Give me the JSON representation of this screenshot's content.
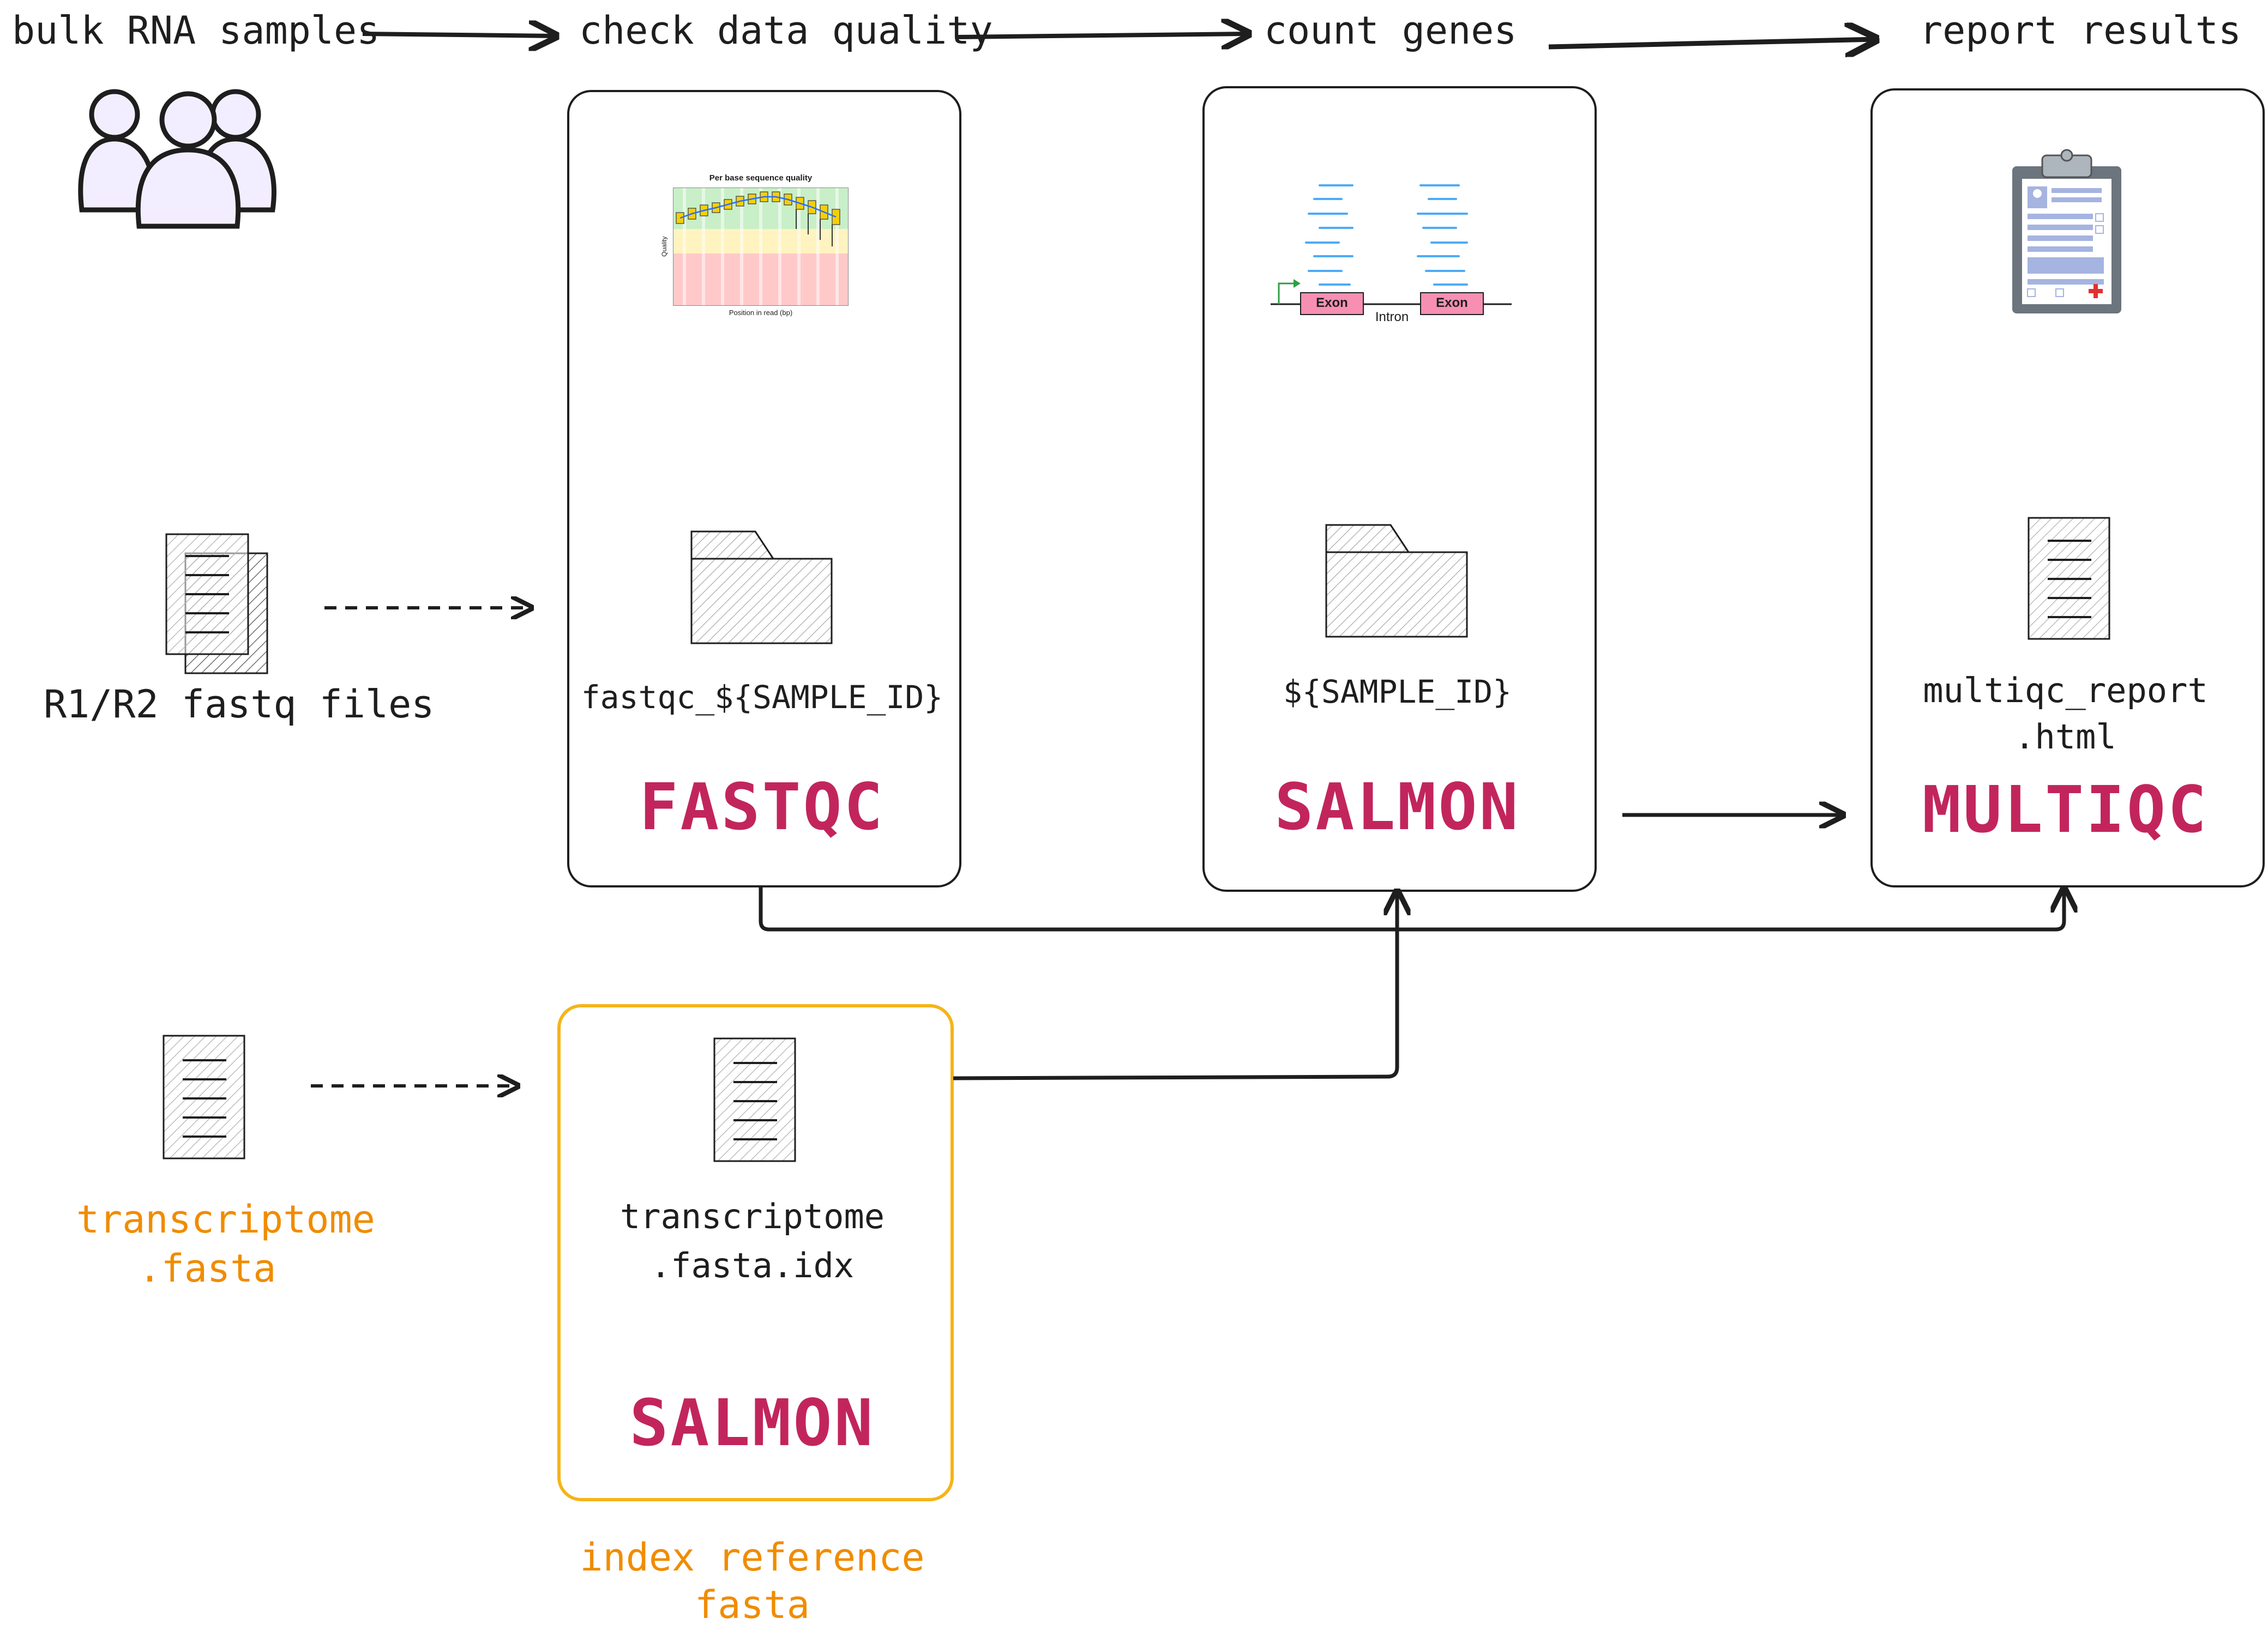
{
  "header": {
    "step1": "bulk RNA samples",
    "step2": "check data quality",
    "step3": "count genes",
    "step4": "report results"
  },
  "inputs": {
    "reads": "R1/R2 fastq files",
    "reference_line1": "transcriptome",
    "reference_line2": ".fasta"
  },
  "fastqc": {
    "plot_title": "Per base sequence quality",
    "plot_xlabel": "Position in read (bp)",
    "plot_ylabel": "Quality",
    "output": "fastqc_${SAMPLE_ID}",
    "tool": "FASTQC"
  },
  "salmon_quant": {
    "exon_label_1": "Exon",
    "exon_label_2": "Exon",
    "intron_label": "Intron",
    "output": "${SAMPLE_ID}",
    "tool": "SALMON"
  },
  "multiqc": {
    "output_line1": "multiqc_report",
    "output_line2": ".html",
    "tool": "MULTIQC"
  },
  "salmon_index": {
    "output_line1": "transcriptome",
    "output_line2": ".fasta.idx",
    "tool": "SALMON",
    "caption_line1": "index reference",
    "caption_line2": "fasta"
  },
  "colors": {
    "ink": "#1e1e1e",
    "tool": "#c2255c",
    "reference": "#f08c00",
    "index_border": "#f5b418",
    "samples_fill": "#f3eeff",
    "exon": "#f78fb3",
    "read": "#4dabf7"
  }
}
